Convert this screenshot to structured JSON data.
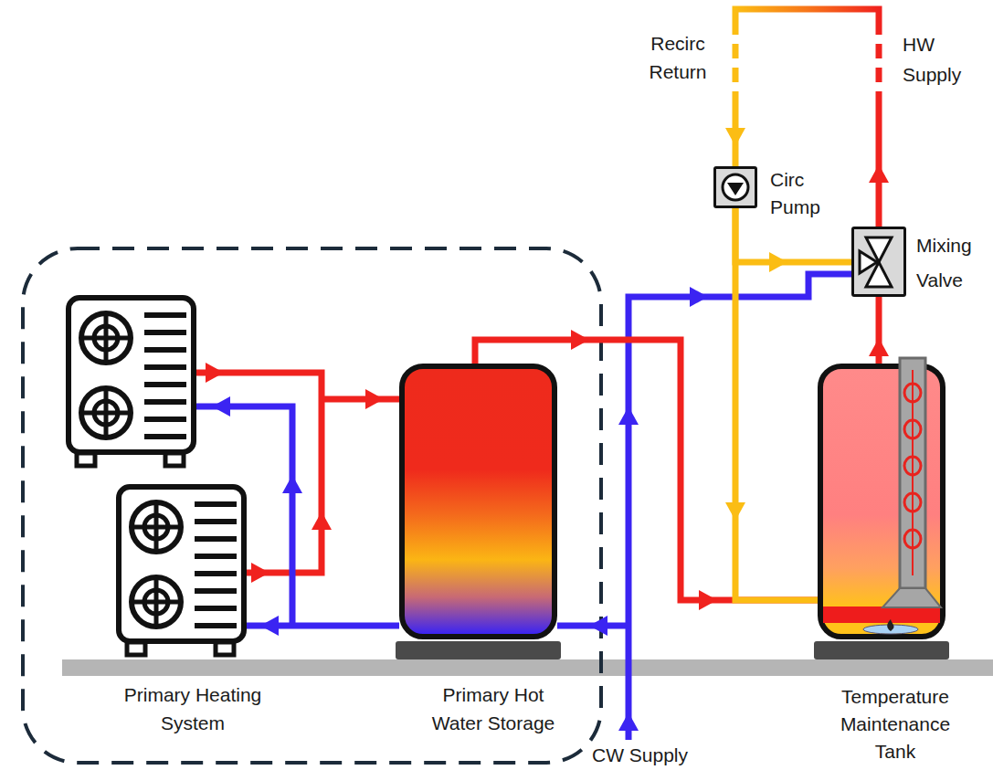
{
  "diagram": {
    "nodes": [
      {
        "text": [
          "Primary Heating System"
        ]
      },
      {
        "text": [
          "Primary Hot Water Storage"
        ]
      },
      {
        "text": [
          "Circ Pump"
        ]
      },
      {
        "text": [
          "Mixing Valve"
        ]
      },
      {
        "text": [
          "Temperature Maintenance Tank"
        ]
      }
    ],
    "edges": [
      {
        "from": 0,
        "to": 1,
        "arrow": "to"
      },
      {
        "from": 1,
        "to": 0,
        "arrow": "to"
      },
      {
        "from": 1,
        "to": 4,
        "arrow": "to"
      },
      {
        "from": 2,
        "to": 3,
        "arrow": "to"
      },
      {
        "from": 2,
        "to": 4,
        "arrow": "to"
      },
      {
        "from": 4,
        "to": 3,
        "arrow": "to"
      }
    ],
    "labels": [
      "Recirc Return",
      "HW Supply",
      "CW Supply"
    ]
  }
}
